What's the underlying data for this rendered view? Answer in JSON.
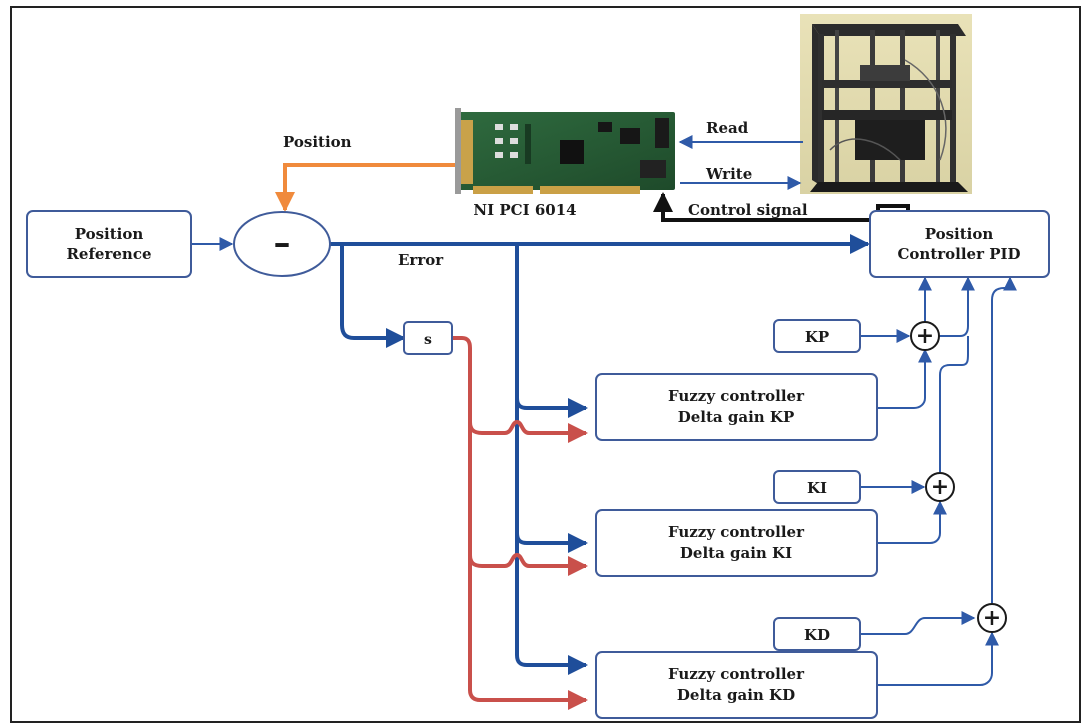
{
  "labels": {
    "position_reference_line1": "Position",
    "position_reference_line2": "Reference",
    "summing_sign": "–",
    "position_feedback": "Position",
    "ni_card": "NI PCI 6014",
    "read": "Read",
    "write": "Write",
    "control_signal": "Control signal",
    "pid_line1": "Position",
    "pid_line2": "Controller PID",
    "error": "Error",
    "derivative": "s",
    "kp": "KP",
    "ki": "KI",
    "kd": "KD",
    "plus": "+",
    "fuzzy_kp_line1": "Fuzzy controller",
    "fuzzy_kp_line2": "Delta gain KP",
    "fuzzy_ki_line1": "Fuzzy controller",
    "fuzzy_ki_line2": "Delta gain KI",
    "fuzzy_kd_line1": "Fuzzy controller",
    "fuzzy_kd_line2": "Delta gain KD"
  },
  "colors": {
    "error_path": "#1f4e9a",
    "derivative_path": "#c9504b",
    "position_feedback": "#f08a3c",
    "control_signal": "#111111",
    "gain_path": "#2f5aa8"
  }
}
